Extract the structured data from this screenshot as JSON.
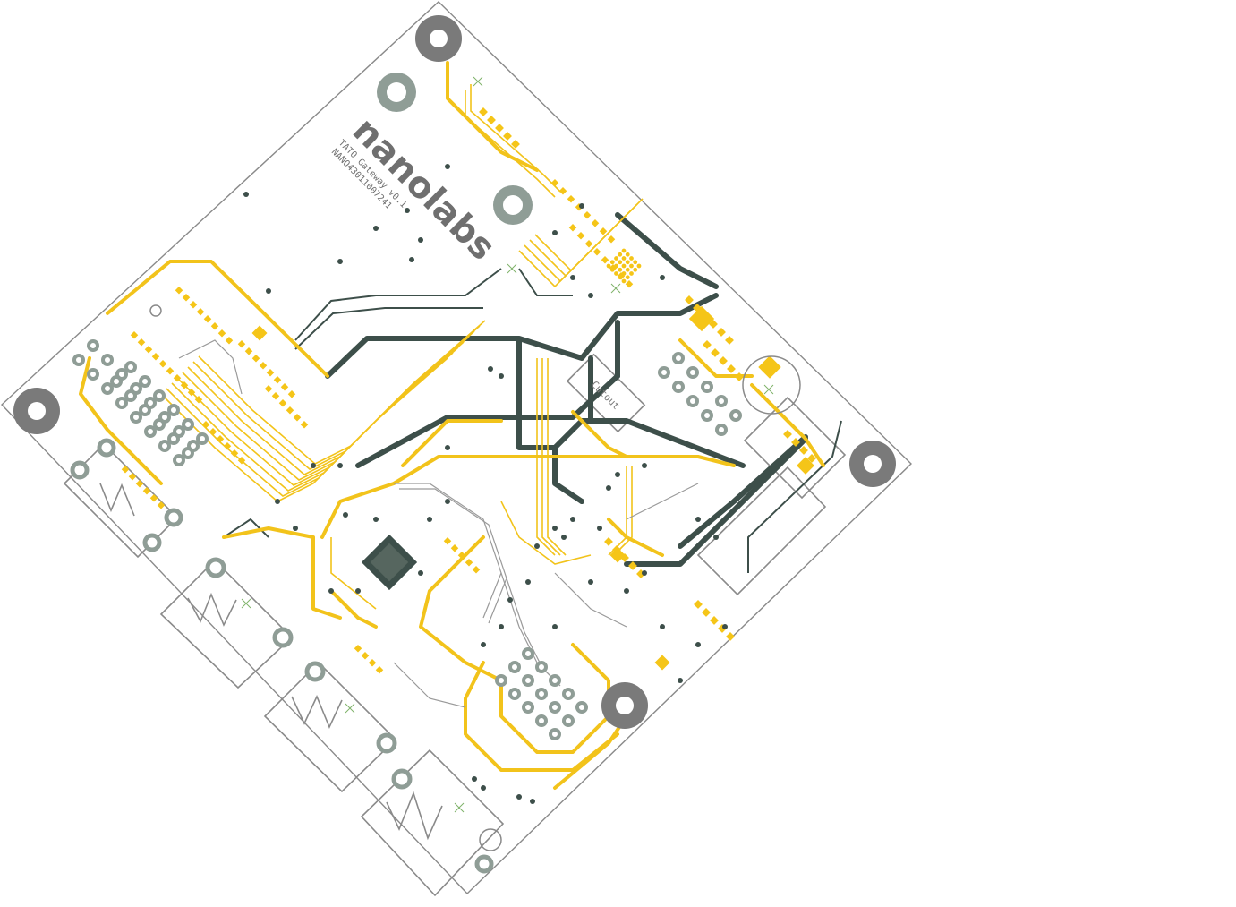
{
  "board": {
    "brand": "nanolabs",
    "product": "TATO Gateway v0.1",
    "serial": "NANO43011007241",
    "cutout_label": "Cutout"
  },
  "colors": {
    "outline": "#8a8a8a",
    "top_copper": "#f2c31b",
    "bottom_copper": "#3d4f4a",
    "pad": "#f5c518",
    "plated_hole": "#8f9d96",
    "mount_hole": "#7a7a7a",
    "silkscreen": "#6f6f6f"
  },
  "icons": {
    "mount_hole": "mount-hole-icon",
    "via": "via-icon",
    "chip": "chip-icon",
    "connector": "connector-icon"
  }
}
